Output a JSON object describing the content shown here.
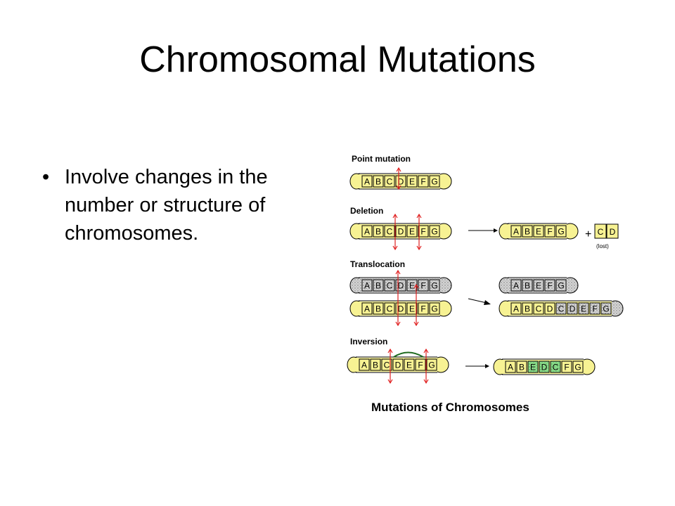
{
  "slide": {
    "title": "Chromosomal Mutations",
    "bullets": [
      "Involve changes in the number or structure of chromosomes."
    ]
  },
  "figure": {
    "caption": "Mutations of Chromosomes",
    "colors": {
      "chromosome_yellow": "#f7f293",
      "chromosome_gray": "#cccccc",
      "inverted_green": "#8ee08e",
      "arrow_red": "#e02020",
      "outline": "#000000",
      "inversion_arc": "#1f6b1f"
    },
    "panels": [
      {
        "label": "Point mutation",
        "rows": [
          {
            "left": {
              "genes": [
                "A",
                "B",
                "C",
                "D",
                "E",
                "F",
                "G"
              ],
              "color": "yellow"
            }
          }
        ]
      },
      {
        "label": "Deletion",
        "rows": [
          {
            "left": {
              "genes": [
                "A",
                "B",
                "C",
                "D",
                "E",
                "F",
                "G"
              ],
              "color": "yellow"
            },
            "right": {
              "genes": [
                "A",
                "B",
                "E",
                "F",
                "G"
              ],
              "color": "yellow"
            },
            "extra": {
              "plus": "+",
              "fragment": [
                "C",
                "D"
              ],
              "note": "(lost)"
            }
          }
        ]
      },
      {
        "label": "Translocation",
        "rows": [
          {
            "left": {
              "genes": [
                "A",
                "B",
                "C",
                "D",
                "E",
                "F",
                "G"
              ],
              "color": "gray"
            },
            "right": {
              "genes": [
                "A",
                "B",
                "E",
                "F",
                "G"
              ],
              "color": "gray"
            }
          },
          {
            "left": {
              "genes": [
                "A",
                "B",
                "C",
                "D",
                "E",
                "F",
                "G"
              ],
              "color": "yellow"
            },
            "right": {
              "genes": [
                "A",
                "B",
                "C",
                "D",
                "C",
                "D",
                "E",
                "F",
                "G"
              ],
              "color": "mixed"
            }
          }
        ]
      },
      {
        "label": "Inversion",
        "rows": [
          {
            "left": {
              "genes": [
                "A",
                "B",
                "C",
                "D",
                "E",
                "F",
                "G"
              ],
              "color": "yellow"
            },
            "right": {
              "genes": [
                "A",
                "B",
                "E",
                "D",
                "C",
                "F",
                "G"
              ],
              "color": "inverted"
            }
          }
        ]
      }
    ]
  }
}
